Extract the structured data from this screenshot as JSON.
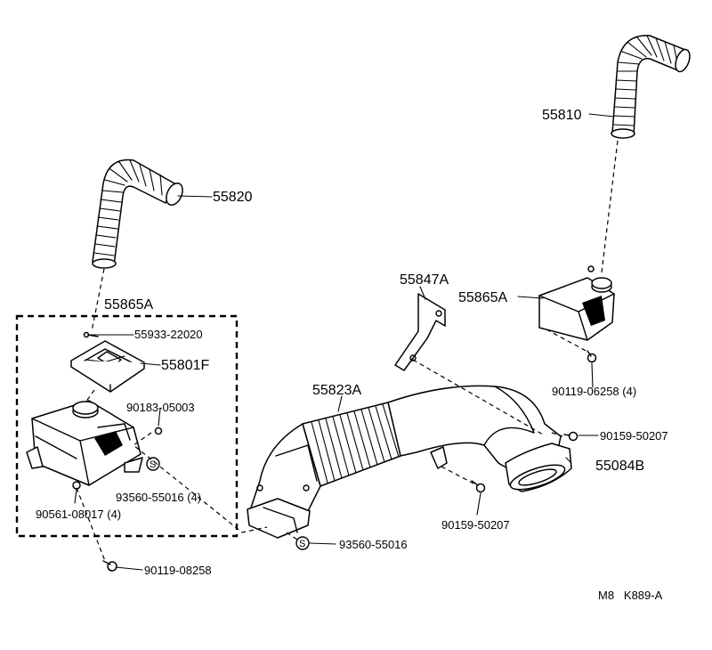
{
  "labels": {
    "hose_right": "55810",
    "hose_left": "55820",
    "box_header": "55865A",
    "screw_top": "55933-22020",
    "grommet": "55801F",
    "bolt_left": "90183-05003",
    "clip_left": "93560-55016 (4)",
    "screw_left": "90561-08017 (4)",
    "bolt_bottom": "90119-08258",
    "bracket": "55847A",
    "duct_right": "55865A",
    "bolt_right": "90119-06258 (4)",
    "duct_main": "55823A",
    "bolt_mid": "90159-50207",
    "duct_end": "55084B",
    "bolt_low": "90159-50207",
    "clip_bottom": "93560-55016",
    "ref_code": "M8   K889-A"
  },
  "symbols": {
    "clip_symbol": "S"
  }
}
